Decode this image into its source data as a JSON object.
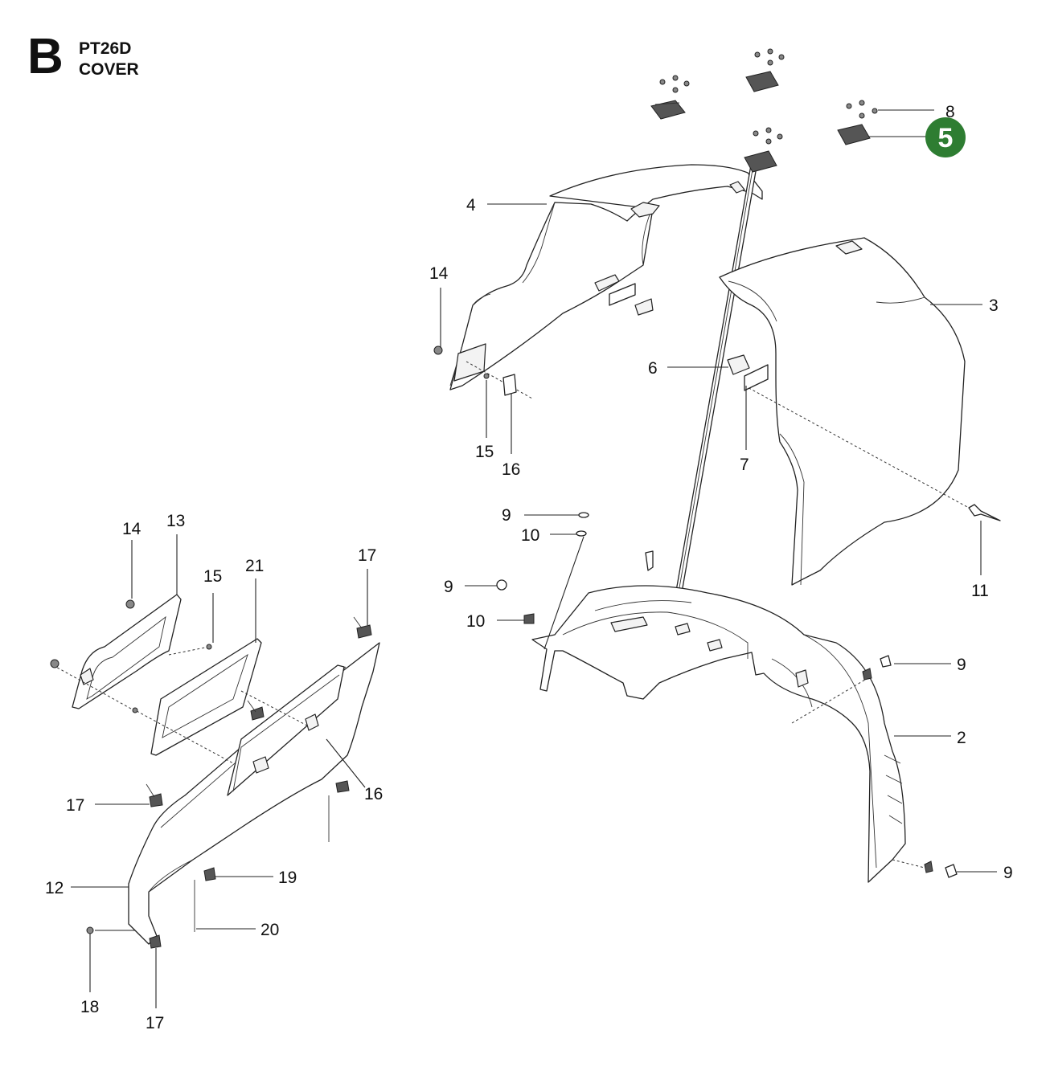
{
  "header": {
    "section_letter": "B",
    "model": "PT26D",
    "title": "COVER"
  },
  "highlight": {
    "label": "5",
    "color": "#2e7d32"
  },
  "callouts": {
    "c2": "2",
    "c3": "3",
    "c4": "4",
    "c6": "6",
    "c7": "7",
    "c8": "8",
    "c9a": "9",
    "c9b": "9",
    "c9c": "9",
    "c9d": "9",
    "c10a": "10",
    "c10b": "10",
    "c11": "11",
    "c12": "12",
    "c13": "13",
    "c14a": "14",
    "c14b": "14",
    "c15a": "15",
    "c15b": "15",
    "c16a": "16",
    "c16b": "16",
    "c17a": "17",
    "c17b": "17",
    "c17c": "17",
    "c18": "18",
    "c19": "19",
    "c20": "20",
    "c21": "21"
  }
}
